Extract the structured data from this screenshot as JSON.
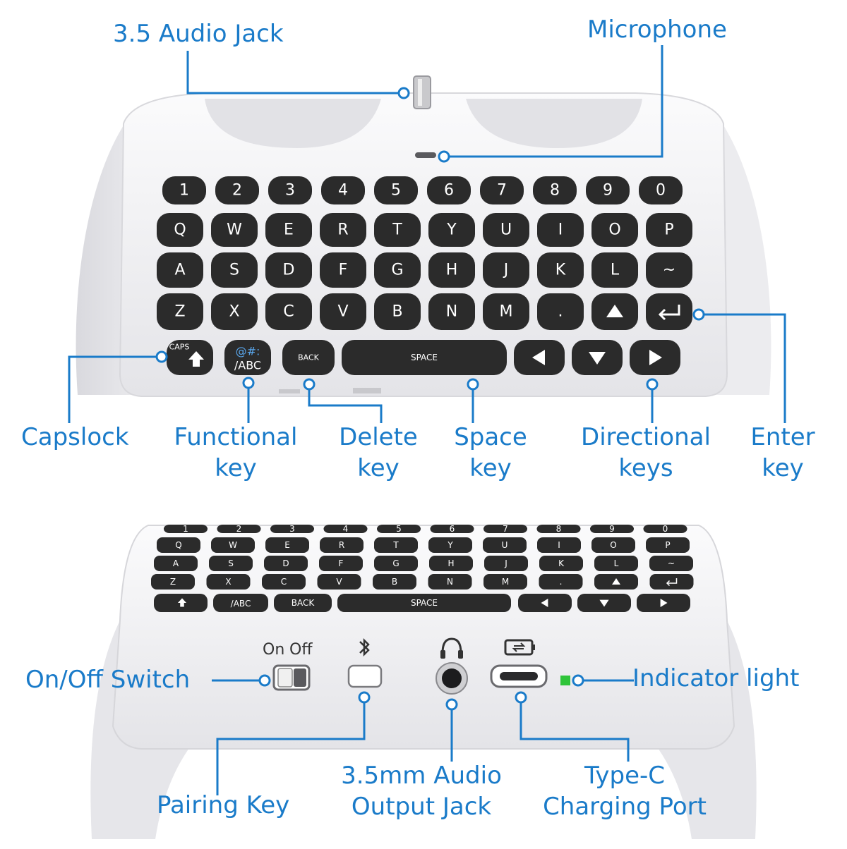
{
  "colors": {
    "accent": "#1a7bc9",
    "key": "#2b2b2b",
    "body": "#f2f2f4",
    "indicator": "#2fc43a"
  },
  "keyboard": {
    "rows": [
      [
        "1",
        "2",
        "3",
        "4",
        "5",
        "6",
        "7",
        "8",
        "9",
        "0"
      ],
      [
        "Q",
        "W",
        "E",
        "R",
        "T",
        "Y",
        "U",
        "I",
        "O",
        "P"
      ],
      [
        "A",
        "S",
        "D",
        "F",
        "G",
        "H",
        "J",
        "K",
        "L",
        "~"
      ],
      [
        "Z",
        "X",
        "C",
        "V",
        "B",
        "N",
        "M",
        ".",
        "up-arrow-icon",
        "enter-icon"
      ]
    ],
    "caps_label": "CAPS",
    "functional_label_top": "@#:",
    "functional_label_bottom": "/ABC",
    "back_label": "BACK",
    "space_label": "SPACE"
  },
  "switch": {
    "on_label": "On",
    "off_label": "Off"
  },
  "callouts": {
    "audio_jack": "3.5 Audio Jack",
    "microphone": "Microphone",
    "capslock": "Capslock",
    "functional_key": [
      "Functional",
      "key"
    ],
    "delete_key": [
      "Delete",
      "key"
    ],
    "space_key": [
      "Space",
      "key"
    ],
    "directional_keys": [
      "Directional",
      "keys"
    ],
    "enter_key": [
      "Enter",
      "key"
    ],
    "onoff_switch": "On/Off Switch",
    "indicator_light": "Indicator light",
    "pairing_key": "Pairing Key",
    "audio_output": [
      "3.5mm Audio",
      "Output Jack"
    ],
    "typec": [
      "Type-C",
      "Charging Port"
    ]
  }
}
